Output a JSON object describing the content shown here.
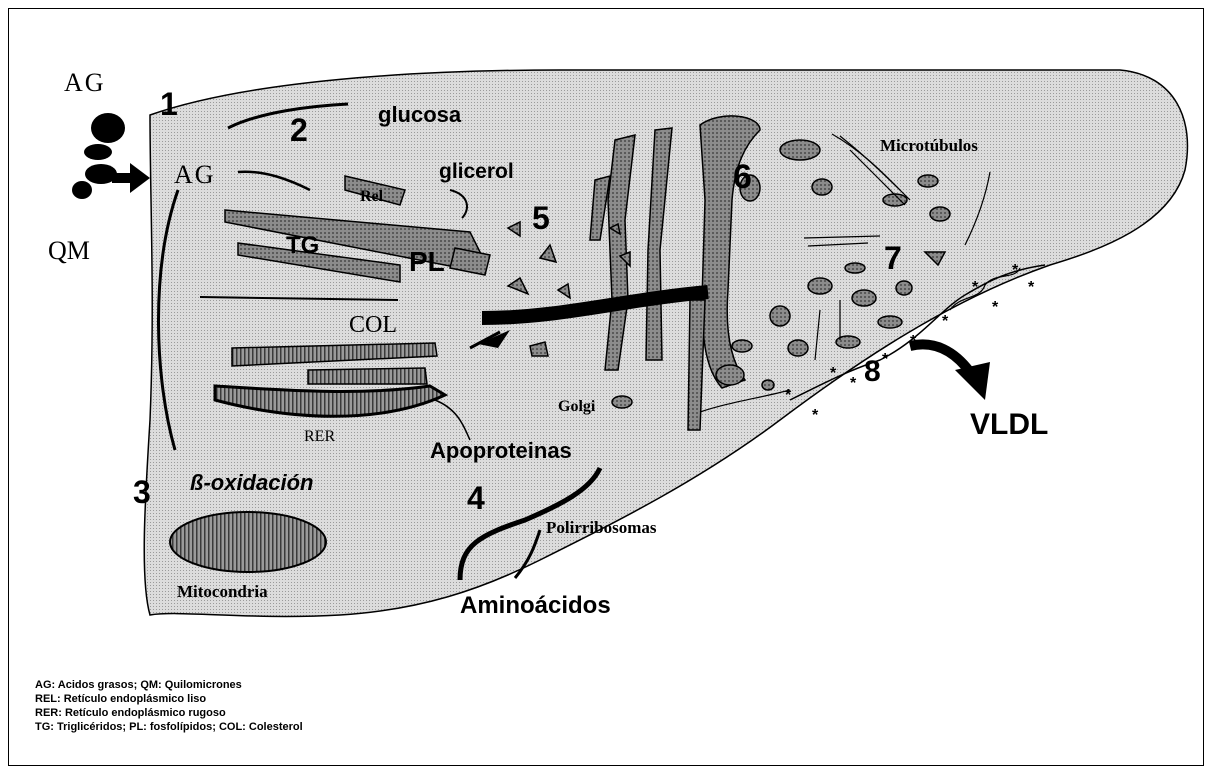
{
  "labels": {
    "ag_outside": "AG",
    "qm": "QM",
    "ag_inside": "AG",
    "glucosa": "glucosa",
    "glicerol": "glicerol",
    "rel": "Rel",
    "tg": "TG",
    "pl": "PL",
    "col": "COL",
    "rer": "RER",
    "golgi": "Golgi",
    "microtubulos": "Microtúbulos",
    "apoproteinas": "Apoproteinas",
    "beta_oxidacion": "ß-oxidación",
    "mitocondria": "Mitocondria",
    "polirribosomas": "Polirribosomas",
    "aminoacidos": "Aminoácidos",
    "vldl": "VLDL"
  },
  "steps": [
    "1",
    "2",
    "3",
    "4",
    "5",
    "6",
    "7",
    "8"
  ],
  "legend": [
    "AG: Acidos grasos; QM: Quilomicrones",
    "REL: Retículo endoplásmico liso",
    "RER: Retículo endoplásmico rugoso",
    "TG: Triglicéridos; PL: fosfolípidos; COL: Colesterol"
  ],
  "colors": {
    "cell_fill": "#d9d9d9",
    "organelle_fill": "#7a7a7a",
    "ink": "#000000"
  }
}
